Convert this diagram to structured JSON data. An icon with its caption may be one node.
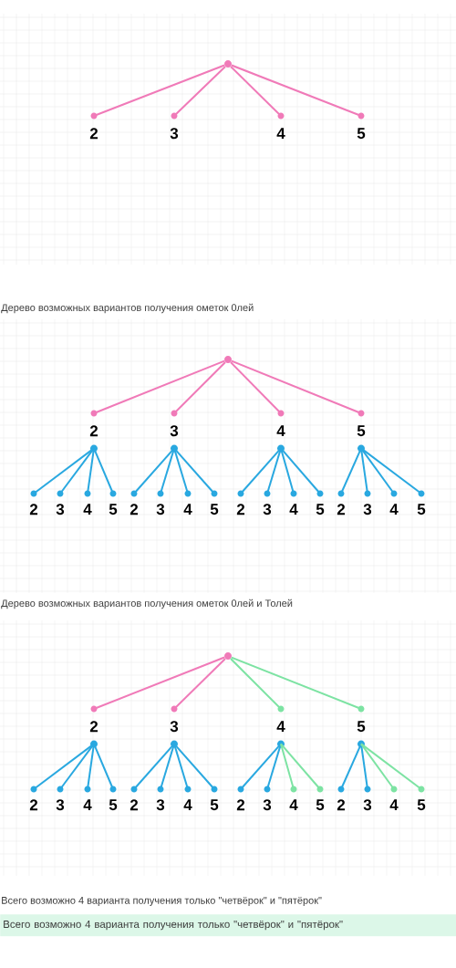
{
  "diagram": {
    "nodes": [
      {
        "text": [],
        "shape": "circle"
      },
      {
        "text": [
          "2"
        ]
      },
      {
        "text": [
          "3"
        ]
      },
      {
        "text": [
          "4"
        ]
      },
      {
        "text": [
          "5"
        ]
      },
      {
        "text": [],
        "shape": "circle"
      },
      {
        "text": [
          "2"
        ]
      },
      {
        "text": [
          "3"
        ]
      },
      {
        "text": [
          "4"
        ]
      },
      {
        "text": [
          "5"
        ]
      },
      {
        "text": [
          "2"
        ]
      },
      {
        "text": [
          "3"
        ]
      },
      {
        "text": [
          "4"
        ]
      },
      {
        "text": [
          "5"
        ]
      },
      {
        "text": [
          "2"
        ]
      },
      {
        "text": [
          "3"
        ]
      },
      {
        "text": [
          "4"
        ]
      },
      {
        "text": [
          "5"
        ]
      },
      {
        "text": [
          "2"
        ]
      },
      {
        "text": [
          "3"
        ]
      },
      {
        "text": [
          "4"
        ]
      },
      {
        "text": [
          "5"
        ]
      },
      {
        "text": [
          "2"
        ]
      },
      {
        "text": [
          "3"
        ]
      },
      {
        "text": [
          "4"
        ]
      },
      {
        "text": [
          "5"
        ]
      },
      {
        "text": [],
        "shape": "circle"
      },
      {
        "text": [
          "2"
        ]
      },
      {
        "text": [
          "3"
        ]
      },
      {
        "text": [
          "4"
        ]
      },
      {
        "text": [
          "5"
        ]
      },
      {
        "text": [
          "2"
        ]
      },
      {
        "text": [
          "3"
        ]
      },
      {
        "text": [
          "4"
        ]
      },
      {
        "text": [
          "5"
        ]
      },
      {
        "text": [
          "2"
        ]
      },
      {
        "text": [
          "3"
        ]
      },
      {
        "text": [
          "4"
        ]
      },
      {
        "text": [
          "5"
        ]
      },
      {
        "text": [
          "2"
        ]
      },
      {
        "text": [
          "3"
        ]
      },
      {
        "text": [
          "4"
        ]
      },
      {
        "text": [
          "5"
        ]
      },
      {
        "text": [
          "2"
        ]
      },
      {
        "text": [
          "3"
        ]
      },
      {
        "text": [
          "4"
        ]
      },
      {
        "text": [
          "5"
        ]
      },
      {
        "text": [
          "Всего возможно 4 варианта получения только \"четвёрок\" и \"пятёрок\""
        ]
      }
    ],
    "edges": [
      {
        "from": 0,
        "to": 1,
        "arrow": "none",
        "color": "#f07ab8"
      },
      {
        "from": 0,
        "to": 2,
        "arrow": "none",
        "color": "#f07ab8"
      },
      {
        "from": 0,
        "to": 3,
        "arrow": "none",
        "color": "#f07ab8"
      },
      {
        "from": 0,
        "to": 4,
        "arrow": "none",
        "color": "#f07ab8"
      },
      {
        "from": 5,
        "to": 6,
        "arrow": "none",
        "color": "#f07ab8"
      },
      {
        "from": 5,
        "to": 7,
        "arrow": "none",
        "color": "#f07ab8"
      },
      {
        "from": 5,
        "to": 8,
        "arrow": "none",
        "color": "#f07ab8"
      },
      {
        "from": 5,
        "to": 9,
        "arrow": "none",
        "color": "#f07ab8"
      },
      {
        "from": 6,
        "to": 10,
        "arrow": "none"
      },
      {
        "from": 6,
        "to": 11,
        "arrow": "none"
      },
      {
        "from": 6,
        "to": 12,
        "arrow": "none"
      },
      {
        "from": 6,
        "to": 13,
        "arrow": "none"
      },
      {
        "from": 7,
        "to": 14,
        "arrow": "none"
      },
      {
        "from": 7,
        "to": 15,
        "arrow": "none"
      },
      {
        "from": 7,
        "to": 16,
        "arrow": "none"
      },
      {
        "from": 7,
        "to": 17,
        "arrow": "none"
      },
      {
        "from": 8,
        "to": 18,
        "arrow": "none"
      },
      {
        "from": 8,
        "to": 19,
        "arrow": "none"
      },
      {
        "from": 8,
        "to": 20,
        "arrow": "none"
      },
      {
        "from": 8,
        "to": 21,
        "arrow": "none"
      },
      {
        "from": 9,
        "to": 22,
        "arrow": "none"
      },
      {
        "from": 9,
        "to": 23,
        "arrow": "none"
      },
      {
        "from": 9,
        "to": 24,
        "arrow": "none"
      },
      {
        "from": 9,
        "to": 25,
        "arrow": "none"
      },
      {
        "from": 26,
        "to": 27,
        "arrow": "none",
        "color": "#f07ab8"
      },
      {
        "from": 26,
        "to": 28,
        "arrow": "none",
        "color": "#f07ab8"
      },
      {
        "from": 26,
        "to": 29,
        "arrow": "none",
        "color": "#7de3a3"
      },
      {
        "from": 26,
        "to": 30,
        "arrow": "none",
        "color": "#7de3a3"
      },
      {
        "from": 27,
        "to": 31,
        "arrow": "none"
      },
      {
        "from": 27,
        "to": 32,
        "arrow": "none"
      },
      {
        "from": 27,
        "to": 33,
        "arrow": "none"
      },
      {
        "from": 27,
        "to": 34,
        "arrow": "none"
      },
      {
        "from": 28,
        "to": 35,
        "arrow": "none"
      },
      {
        "from": 28,
        "to": 36,
        "arrow": "none"
      },
      {
        "from": 28,
        "to": 37,
        "arrow": "none"
      },
      {
        "from": 28,
        "to": 38,
        "arrow": "none"
      },
      {
        "from": 29,
        "to": 39,
        "arrow": "none"
      },
      {
        "from": 29,
        "to": 40,
        "arrow": "none"
      },
      {
        "from": 29,
        "to": 41,
        "arrow": "none",
        "color": "#7de3a3"
      },
      {
        "from": 29,
        "to": 42,
        "arrow": "none",
        "color": "#7de3a3"
      },
      {
        "from": 30,
        "to": 43,
        "arrow": "none"
      },
      {
        "from": 30,
        "to": 44,
        "arrow": "none"
      },
      {
        "from": 30,
        "to": 45,
        "arrow": "none",
        "color": "#7de3a3"
      },
      {
        "from": 30,
        "to": 46,
        "arrow": "none",
        "color": "#7de3a3"
      }
    ],
    "labels": [
      "Дерево возможных вариантов получения ометок 0лей",
      "Дерево возможных вариантов получения ометок 0лей и Толей",
      "Всего возможно 4 варианта получения только \"четвёрок\" и \"пятёрок\""
    ]
  }
}
